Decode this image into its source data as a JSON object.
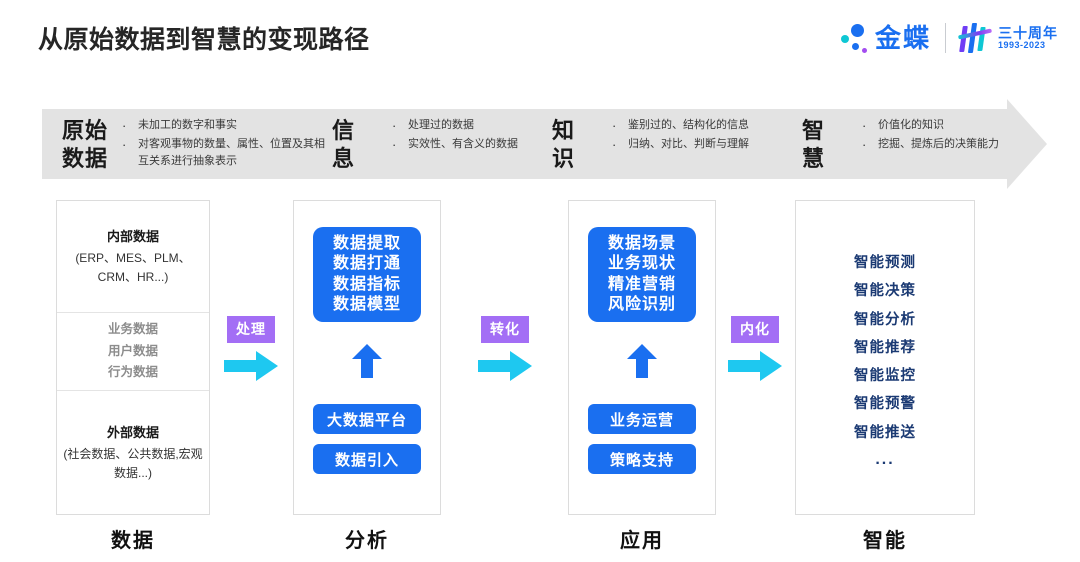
{
  "header": {
    "title": "从原始数据到智慧的变现路径",
    "logo": {
      "brand": "金蝶",
      "anniversary_cn": "三十周年",
      "anniversary_years": "1993-2023"
    }
  },
  "banner": {
    "stages": [
      {
        "name": "原始\n数据",
        "name_line1": "原始",
        "name_line2": "数据",
        "bullets": [
          "未加工的数字和事实",
          "对客观事物的数量、属性、位置及其相互关系进行抽象表示"
        ]
      },
      {
        "name_line1": "信",
        "name_line2": "息",
        "bullets": [
          "处理过的数据",
          "实效性、有含义的数据"
        ]
      },
      {
        "name_line1": "知",
        "name_line2": "识",
        "bullets": [
          "鉴别过的、结构化的信息",
          "归纳、对比、判断与理解"
        ]
      },
      {
        "name_line1": "智",
        "name_line2": "慧",
        "bullets": [
          "价值化的知识",
          "挖掘、提炼后的决策能力"
        ]
      }
    ],
    "bullet_glyph": "·"
  },
  "columns": {
    "data": {
      "internal_title": "内部数据",
      "internal_sub": "(ERP、MES、PLM、CRM、HR...)",
      "middle_items": [
        "业务数据",
        "用户数据",
        "行为数据"
      ],
      "external_title": "外部数据",
      "external_sub": "(社会数据、公共数据,宏观数据...)",
      "footer_label": "数据"
    },
    "analysis": {
      "main_box_lines": [
        "数据提取",
        "数据打通",
        "数据指标",
        "数据模型"
      ],
      "pills": [
        "大数据平台",
        "数据引入"
      ],
      "footer_label": "分析"
    },
    "application": {
      "main_box_lines": [
        "数据场景",
        "业务现状",
        "精准营销",
        "风险识别"
      ],
      "pills": [
        "业务运营",
        "策略支持"
      ],
      "footer_label": "应用"
    },
    "intelligence": {
      "items": [
        "智能预测",
        "智能决策",
        "智能分析",
        "智能推荐",
        "智能监控",
        "智能预警",
        "智能推送"
      ],
      "ellipsis": "...",
      "footer_label": "智能"
    }
  },
  "connectors": [
    {
      "label": "处理"
    },
    {
      "label": "转化"
    },
    {
      "label": "内化"
    }
  ],
  "colors": {
    "brand_blue": "#1a6ff0",
    "accent_cyan": "#0ec7d4",
    "accent_purple": "#a36ef5",
    "arrow_cyan": "#1ec8f0",
    "banner_gray": "#e3e3e3",
    "navy": "#1b3a73"
  }
}
